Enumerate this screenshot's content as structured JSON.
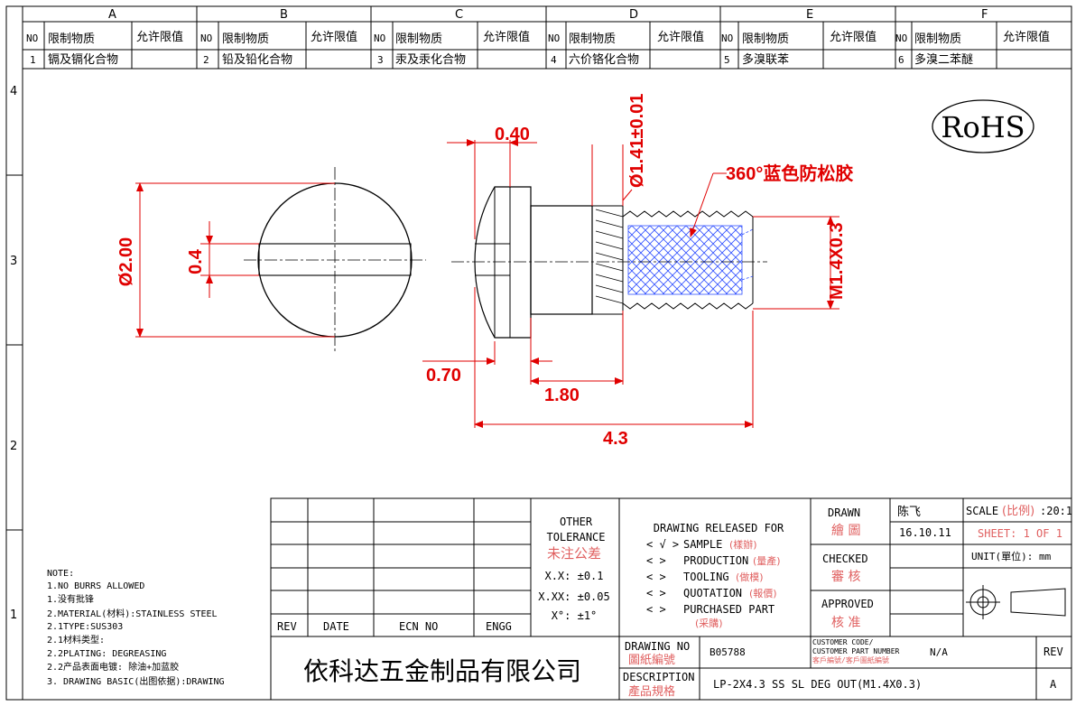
{
  "columns": [
    "A",
    "B",
    "C",
    "D",
    "E",
    "F"
  ],
  "rows": [
    "4",
    "3",
    "2",
    "1"
  ],
  "restricted_header": {
    "no": "NO",
    "substance": "限制物质",
    "limit": "允许限值"
  },
  "restricted_items": [
    {
      "no": "1",
      "name": "镉及镉化合物"
    },
    {
      "no": "2",
      "name": "铅及铅化合物"
    },
    {
      "no": "3",
      "name": "汞及汞化合物"
    },
    {
      "no": "4",
      "name": "六价铬化合物"
    },
    {
      "no": "5",
      "name": "多溴联苯"
    },
    {
      "no": "6",
      "name": "多溴二苯醚"
    }
  ],
  "rohs": "RoHS",
  "dims": {
    "dia_head": "Ø2.00",
    "slot": "0.4",
    "slot_depth": "0.40",
    "head_h": "0.70",
    "shoulder": "1.80",
    "total": "4.3",
    "shoulder_dia": "Ø1.41±0.01",
    "thread": "M1.4X0.3",
    "coating": "360°蓝色防松胶"
  },
  "notes": [
    "NOTE:",
    "1.NO BURRS ALLOWED",
    "1.没有批锋",
    "2.MATERIAL(材料):STAINLESS STEEL",
    "2.1TYPE:SUS303",
    "2.1材料类型:",
    "2.2PLATING: DEGREASING",
    "2.2产品表面电镀: 除油+加蓝胶",
    "3. DRAWING BASIC(出图依据):DRAWING"
  ],
  "rev_table": {
    "rev": "REV",
    "date": "DATE",
    "ecn": "ECN NO",
    "engg": "ENGG"
  },
  "tolerance": {
    "title1": "OTHER",
    "title2": "TOLERANCE",
    "title_cn": "未注公差",
    "xx": "X.X: ±0.1",
    "xxx": "X.XX: ±0.05",
    "ang": "X°: ±1°"
  },
  "release": {
    "title": "DRAWING RELEASED FOR",
    "items": [
      {
        "mark": "< √ >",
        "en": "SAMPLE",
        "cn": "(樣辦)"
      },
      {
        "mark": "<   >",
        "en": "PRODUCTION",
        "cn": "(量產)"
      },
      {
        "mark": "<   >",
        "en": "TOOLING",
        "cn": "(做模)"
      },
      {
        "mark": "<   >",
        "en": "QUOTATION",
        "cn": "(報價)"
      },
      {
        "mark": "<   >",
        "en": "PURCHASED PART",
        "cn": "(采購)"
      }
    ]
  },
  "signoff": {
    "drawn": "DRAWN",
    "drawn_cn": "繪 圖",
    "drawn_by": "陈飞",
    "date": "16.10.11",
    "checked": "CHECKED",
    "checked_cn": "審 核",
    "approved": "APPROVED",
    "approved_cn": "核 准"
  },
  "scale": {
    "label": "SCALE",
    "label_cn": "(比例)",
    "value": ":20:1",
    "sheet": "SHEET:  1 OF 1",
    "unit": "UNIT(單位): mm"
  },
  "company": "依科达五金制品有限公司",
  "drawing_no": {
    "label": "DRAWING NO",
    "label_cn": "圖紙編號",
    "value": "B05788"
  },
  "customer": {
    "l1": "CUSTOMER CODE/",
    "l2": "CUSTOMER PART NUMBER",
    "l3": "客戶編號/客戶圖紙編號",
    "value": "N/A"
  },
  "rev": {
    "label": "REV",
    "value": "A"
  },
  "description": {
    "label": "DESCRIPTION",
    "label_cn": "產品規格",
    "value": "LP-2X4.3 SS SL DEG OUT(M1.4X0.3)"
  }
}
